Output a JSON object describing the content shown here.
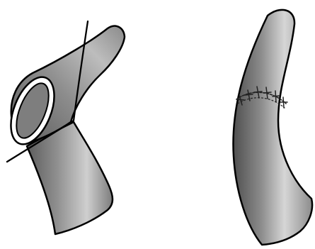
{
  "figure": {
    "panels": [
      {
        "elements": [
          "vessel-tube",
          "oval-anastomosis-opening",
          "oblique-cut-line"
        ]
      },
      {
        "elements": [
          "vessel-tube",
          "sutured-anastomosis-line"
        ]
      }
    ],
    "colors": {
      "outline": "#000000",
      "vessel_dark": "#555555",
      "vessel_mid": "#8a8a8a",
      "vessel_light": "#d2d2d2",
      "lumen": "#7e7e7e",
      "vessel_rim": "#ffffff",
      "background": "#ffffff"
    }
  }
}
